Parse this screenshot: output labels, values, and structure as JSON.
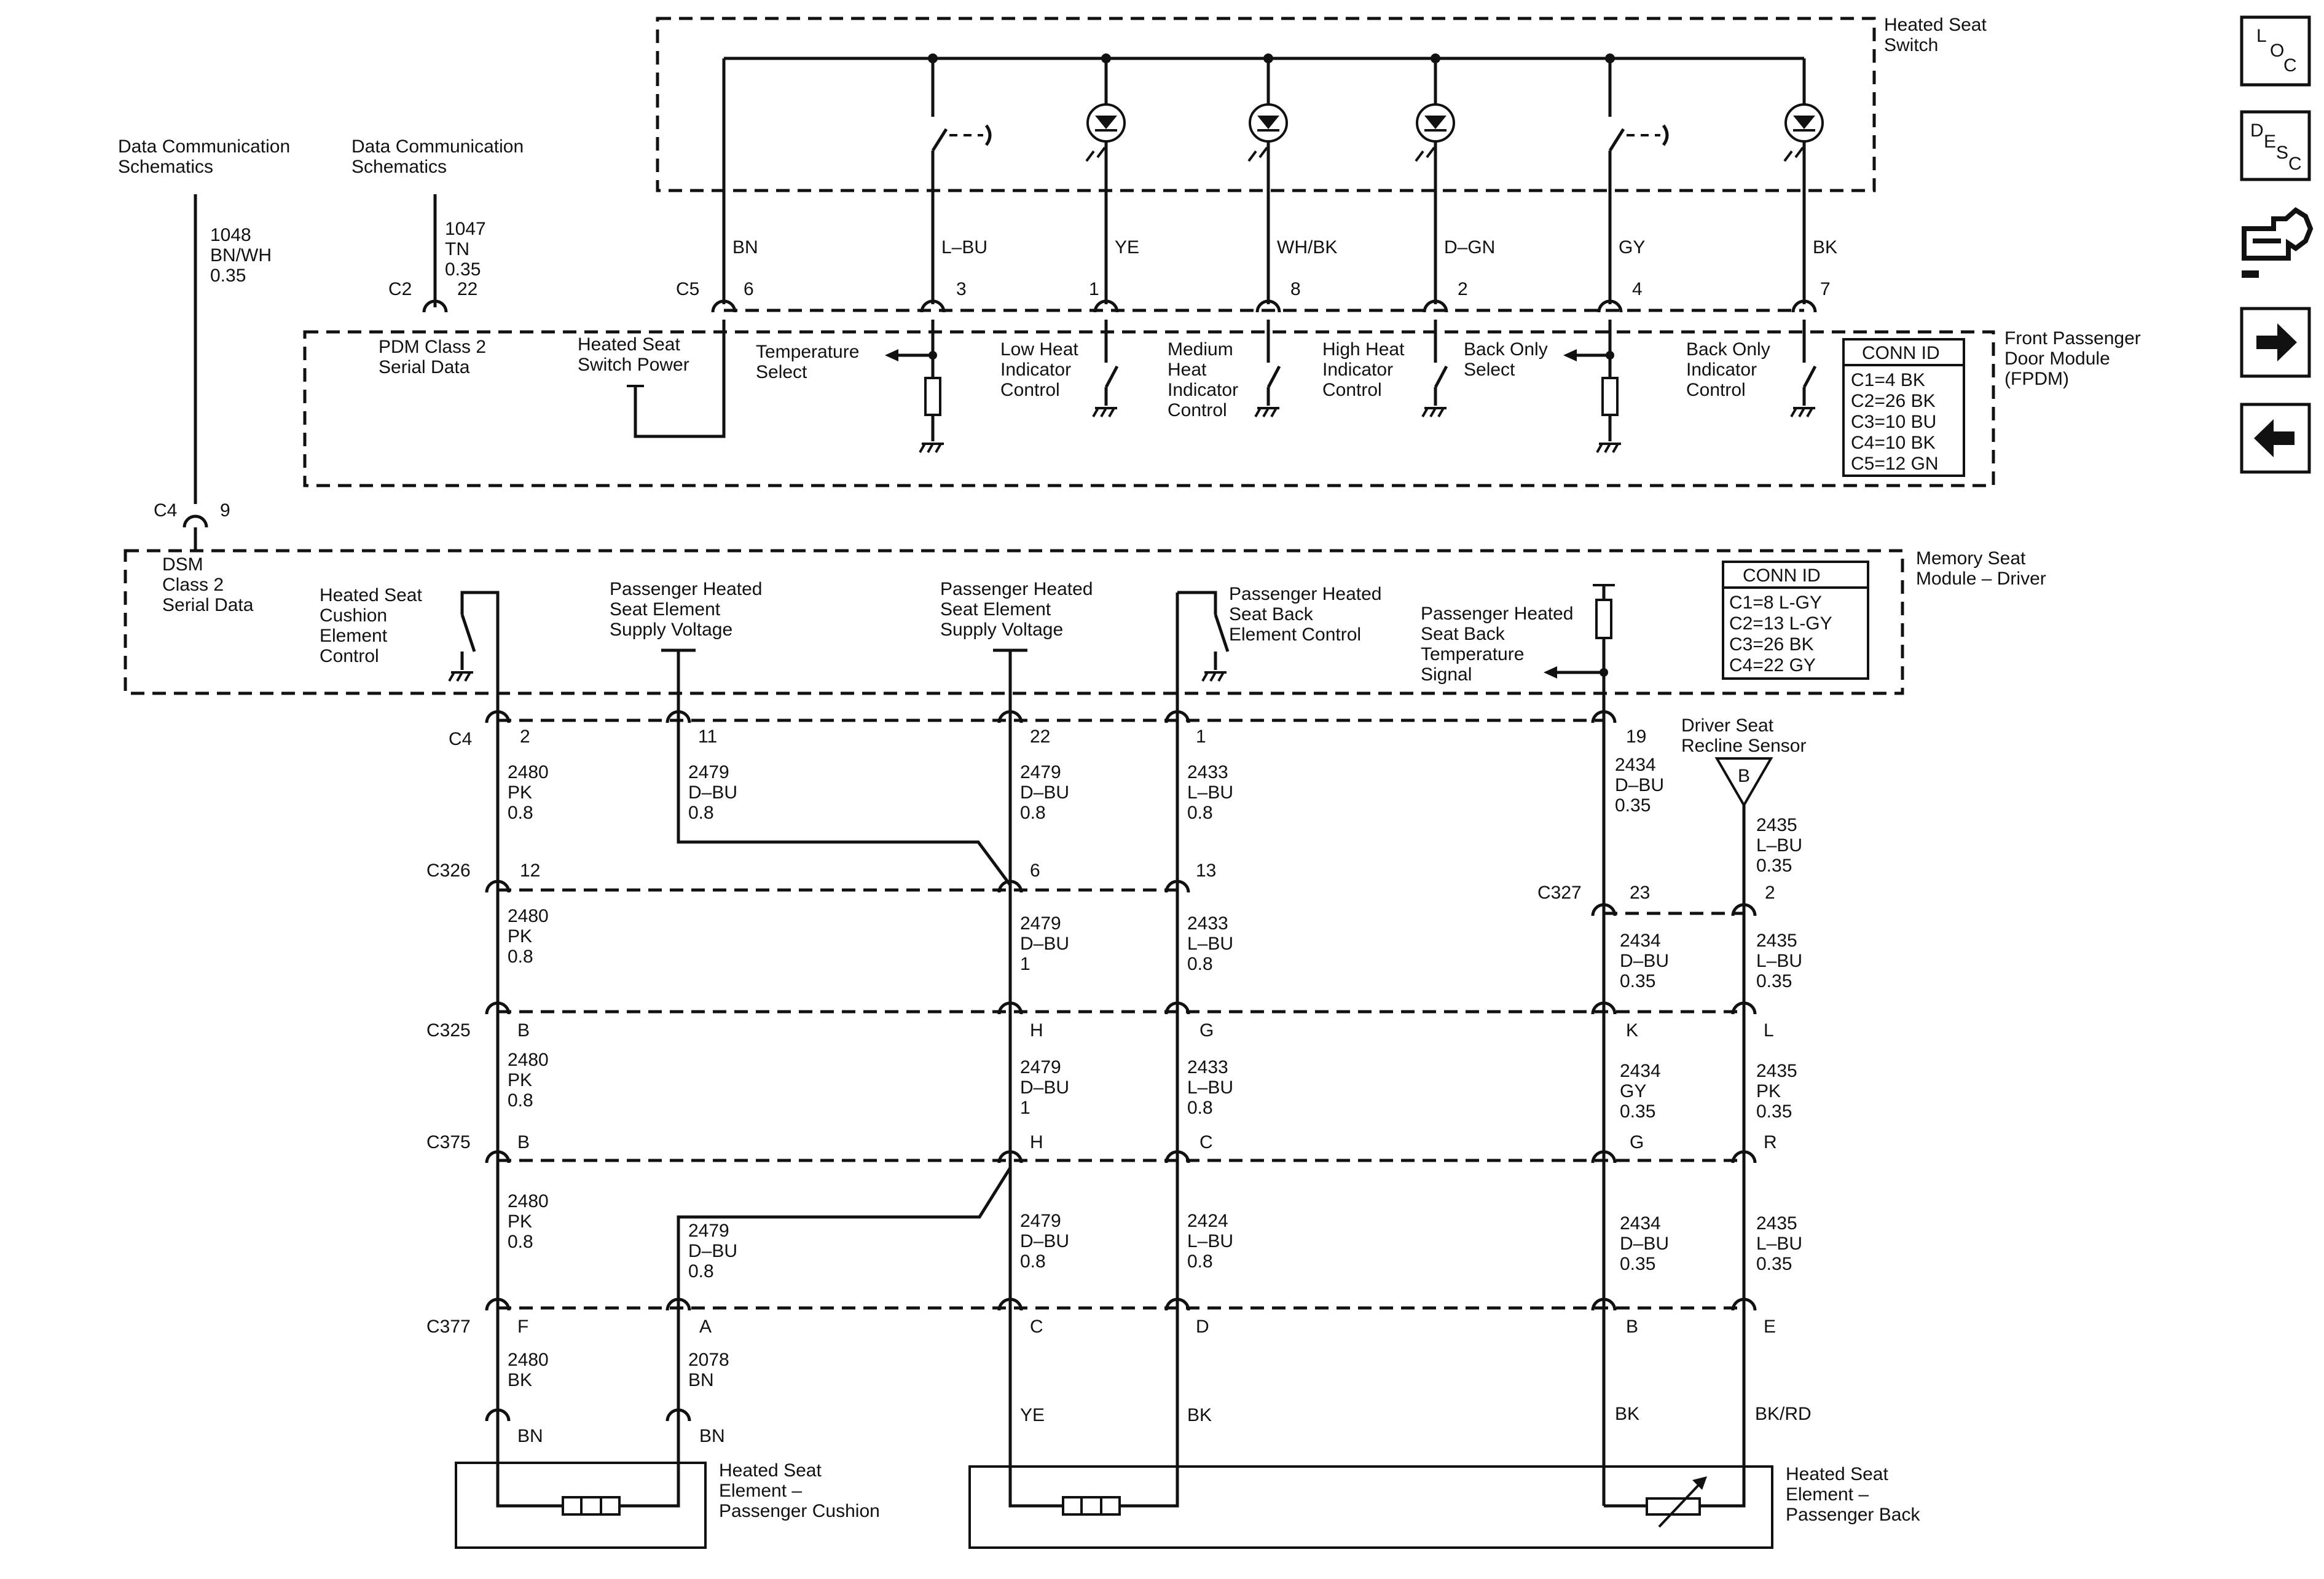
{
  "modules": {
    "switch": "Heated Seat\nSwitch",
    "fpdm": "Front Passenger\nDoor Module\n(FPDM)",
    "msm": "Memory Seat\nModule – Driver",
    "elem_cushion": "Heated Seat\nElement –\nPassenger Cushion",
    "elem_back": "Heated Seat\nElement –\nPassenger Back",
    "recline_sensor": "Driver Seat\nRecline Sensor",
    "recline_badge": "B"
  },
  "refs": {
    "dcs_1": "Data Communication\nSchematics",
    "dcs_2": "Data Communication\nSchematics"
  },
  "fpdm_conn_id": {
    "title": "CONN ID",
    "rows": [
      "C1=4 BK",
      "C2=26 BK",
      "C3=10 BU",
      "C4=10 BK",
      "C5=12 GN"
    ]
  },
  "msm_conn_id": {
    "title": "CONN ID",
    "rows": [
      "C1=8 L-GY",
      "C2=13 L-GY",
      "C3=26 BK",
      "C4=22 GY"
    ]
  },
  "switch_wires": [
    "BN",
    "L–BU",
    "YE",
    "WH/BK",
    "D–GN",
    "GY",
    "BK"
  ],
  "fpdm_pins": [
    "6",
    "3",
    "1",
    "8",
    "2",
    "4",
    "7"
  ],
  "fpdm_labels": {
    "c5": "C5",
    "c2": "C2",
    "c2_pin": "22",
    "pdm_serial": "PDM Class 2\nSerial Data",
    "switch_power": "Heated Seat\nSwitch Power",
    "temp_select": "Temperature\nSelect",
    "low_heat": "Low Heat\nIndicator\nControl",
    "med_heat": "Medium\nHeat\nIndicator\nControl",
    "high_heat": "High Heat\nIndicator\nControl",
    "back_only_select": "Back Only\nSelect",
    "back_only_ind": "Back Only\nIndicator\nControl"
  },
  "wire_1048": "1048\nBN/WH\n0.35",
  "wire_1047": "1047\nTN\n0.35",
  "msm_labels": {
    "c4": "C4",
    "c4_pin9": "9",
    "dsm": "DSM\nClass 2\nSerial Data",
    "cushion_ctrl": "Heated Seat\nCushion\nElement\nControl",
    "supply_1": "Passenger Heated\nSeat Element\nSupply Voltage",
    "supply_2": "Passenger Heated\nSeat Element\nSupply Voltage",
    "back_ctrl": "Passenger Heated\nSeat Back\nElement Control",
    "back_temp": "Passenger Heated\nSeat Back\nTemperature\nSignal"
  },
  "msm_pins": [
    "2",
    "11",
    "22",
    "1",
    "19"
  ],
  "connectors": [
    {
      "name": "C4",
      "pins": [
        "2",
        "11",
        "22",
        "1",
        "19"
      ]
    },
    {
      "name": "C326",
      "pins": [
        "12",
        "6",
        "13"
      ]
    },
    {
      "name": "C327",
      "pins": [
        "23",
        "2"
      ]
    },
    {
      "name": "C325",
      "pins": [
        "B",
        "H",
        "G",
        "K",
        "L"
      ]
    },
    {
      "name": "C375",
      "pins": [
        "B",
        "H",
        "C",
        "G",
        "R"
      ]
    },
    {
      "name": "C377",
      "pins": [
        "F",
        "A",
        "C",
        "D",
        "B",
        "E"
      ]
    }
  ],
  "wire_labels": {
    "w2480_a": "2480\nPK\n0.8",
    "w2479_a": "2479\nD–BU\n0.8",
    "w2479_b": "2479\nD–BU\n0.8",
    "w2433_a": "2433\nL–BU\n0.8",
    "w2434_a": "2434\nD–BU\n0.35",
    "w2435_a": "2435\nL–BU\n0.35",
    "w2480_b": "2480\nPK\n0.8",
    "w2479_c": "2479\nD–BU\n1",
    "w2433_b": "2433\nL–BU\n0.8",
    "w2434_b": "2434\nD–BU\n0.35",
    "w2435_b": "2435\nL–BU\n0.35",
    "w2480_c": "2480\nPK\n0.8",
    "w2479_d": "2479\nD–BU\n1",
    "w2433_c": "2433\nL–BU\n0.8",
    "w2434_c": "2434\nGY\n0.35",
    "w2435_c": "2435\nPK\n0.35",
    "w2480_d": "2480\nPK\n0.8",
    "w2479_e": "2479\nD–BU\n0.8",
    "w2479_f": "2479\nD–BU\n0.8",
    "w2424": "2424\nL–BU\n0.8",
    "w2434_d": "2434\nD–BU\n0.35",
    "w2435_d": "2435\nL–BU\n0.35",
    "w2480_e": "2480\nBK",
    "w2078": "2078\nBN"
  },
  "element_leads": [
    "BN",
    "BN",
    "YE",
    "BK",
    "BK",
    "BK/RD"
  ],
  "nav": {
    "loc": [
      "L",
      "O",
      "C"
    ],
    "desc": [
      "D",
      "E",
      "S",
      "C"
    ],
    "connector_icon": "connector-icon",
    "next_icon": "arrow-right-icon",
    "prev_icon": "arrow-left-icon"
  }
}
